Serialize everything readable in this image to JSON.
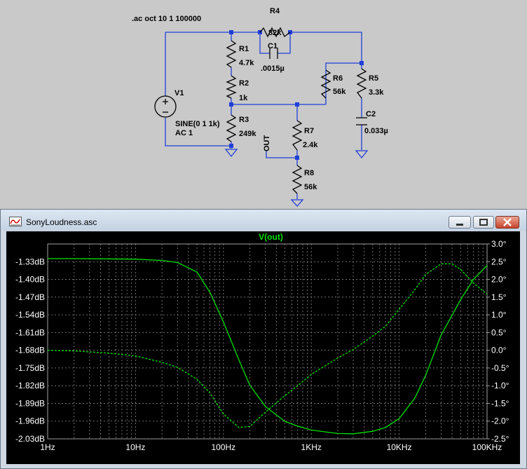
{
  "schematic": {
    "directive": ".ac oct 10 1 100000",
    "v1": {
      "name": "V1",
      "spec": "SINE(0 1 1k)",
      "ac": "AC 1"
    },
    "r1": {
      "name": "R1",
      "value": "4.7k"
    },
    "r2": {
      "name": "R2",
      "value": "1k"
    },
    "r3": {
      "name": "R3",
      "value": "249k"
    },
    "r4": {
      "name": "R4",
      "value": "82k"
    },
    "c1": {
      "name": "C1",
      "value": ".0015µ"
    },
    "r5": {
      "name": "R5",
      "value": "3.3k"
    },
    "c2": {
      "name": "C2",
      "value": "0.033µ"
    },
    "r6": {
      "name": "R6",
      "value": "56k"
    },
    "r7": {
      "name": "R7",
      "value": "2.4k"
    },
    "r8": {
      "name": "R8",
      "value": "56k"
    },
    "out_label": "OUT"
  },
  "window": {
    "title": "SonyLoudness.asc",
    "buttons": {
      "minimize": "minimize-icon",
      "maximize": "maximize-icon",
      "close": "close-icon"
    }
  },
  "colors": {
    "trace": "#00e000",
    "grid": "#8a8a8a",
    "wire": "#1f3fd7",
    "background": "#000000"
  },
  "chart_data": {
    "type": "line",
    "title": "V(out)",
    "xscale": "log",
    "xlim": [
      1,
      100000
    ],
    "x_ticks": [
      "1Hz",
      "10Hz",
      "100Hz",
      "1KHz",
      "10KHz",
      "100KHz"
    ],
    "left_ticks": [
      "-1.33dB",
      "-1.40dB",
      "-1.47dB",
      "-1.54dB",
      "-1.61dB",
      "-1.68dB",
      "-1.75dB",
      "-1.82dB",
      "-1.89dB",
      "-1.96dB",
      "-2.03dB"
    ],
    "right_ticks": [
      "3.0°",
      "2.5°",
      "2.0°",
      "1.5°",
      "1.0°",
      "0.5°",
      "0.0°",
      "-0.5°",
      "-1.0°",
      "-1.5°",
      "-2.0°",
      "-2.5°"
    ],
    "ylim_left": [
      -2.03,
      -1.26
    ],
    "ylim_right": [
      -2.5,
      3.0
    ],
    "grid": true,
    "series": [
      {
        "axis": "left",
        "style": "solid",
        "x": [
          1,
          2,
          5,
          10,
          20,
          30,
          50,
          70,
          100,
          150,
          200,
          300,
          500,
          700,
          1000,
          2000,
          3000,
          5000,
          7000,
          10000,
          15000,
          20000,
          30000,
          50000,
          70000,
          100000
        ],
        "y": [
          -1.318,
          -1.318,
          -1.319,
          -1.32,
          -1.325,
          -1.333,
          -1.371,
          -1.45,
          -1.568,
          -1.718,
          -1.818,
          -1.902,
          -1.961,
          -1.98,
          -1.995,
          -2.009,
          -2.01,
          -2.0,
          -1.985,
          -1.95,
          -1.87,
          -1.78,
          -1.62,
          -1.48,
          -1.4,
          -1.345
        ]
      },
      {
        "axis": "right",
        "style": "dashed",
        "x": [
          1,
          2,
          5,
          10,
          20,
          30,
          50,
          70,
          100,
          150,
          200,
          300,
          500,
          700,
          1000,
          2000,
          3000,
          5000,
          7000,
          10000,
          15000,
          20000,
          30000,
          40000,
          50000,
          70000,
          100000
        ],
        "y": [
          0.0,
          -0.02,
          -0.08,
          -0.16,
          -0.34,
          -0.48,
          -0.82,
          -1.2,
          -1.8,
          -2.18,
          -2.15,
          -1.75,
          -1.28,
          -1.0,
          -0.68,
          -0.22,
          0.02,
          0.4,
          0.68,
          1.16,
          1.7,
          2.14,
          2.44,
          2.44,
          2.28,
          1.9,
          1.58
        ]
      }
    ]
  }
}
